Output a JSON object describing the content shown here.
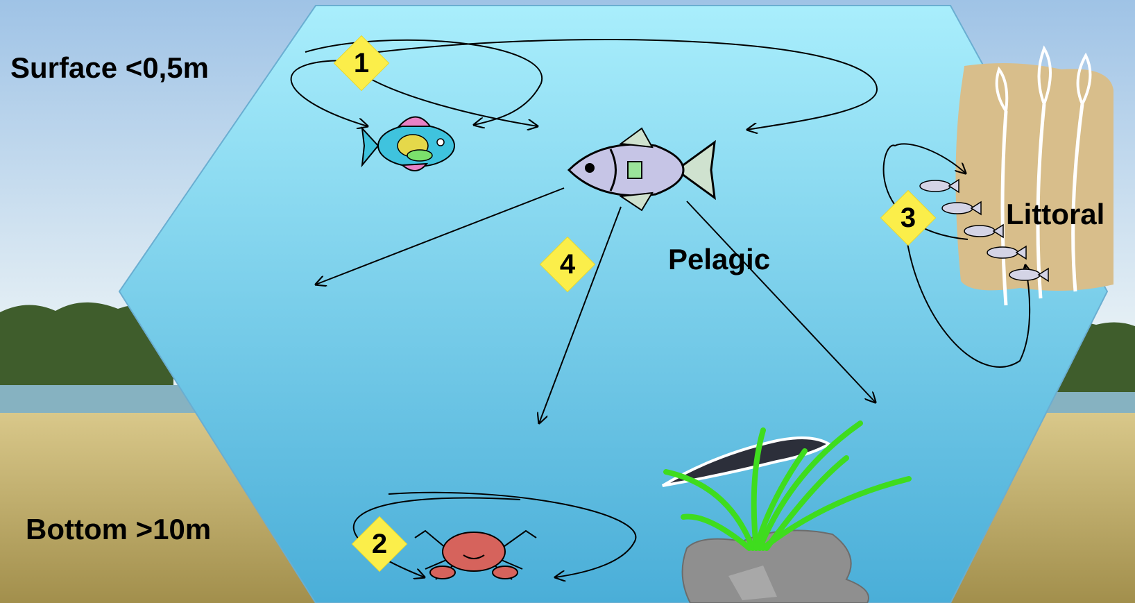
{
  "labels": {
    "surface": "Surface <0,5m",
    "bottom": "Bottom >10m",
    "pelagic": "Pelagic",
    "littoral": "Littoral"
  },
  "markers": [
    "1",
    "2",
    "3",
    "4"
  ],
  "colors": {
    "sky_top": "#a9c9e8",
    "sky_bottom": "#e9f2f6",
    "forest": "#3e5b2c",
    "lake": "#7aa6b8",
    "field": "#c8b46e",
    "water_top": "#a7ecfb",
    "water_bottom": "#4fb1d9",
    "marker": "#fbee4a",
    "littoral_bg": "#d9bf8c",
    "reed": "#ffffff",
    "plant": "#3fdc1e",
    "rock": "#8d8d8d"
  },
  "icons": [
    "small-colorful-fish-icon",
    "pelagic-fish-icon",
    "crab-icon",
    "bottom-fish-icon",
    "water-plant-icon",
    "rock-icon",
    "reed-icon",
    "small-fish-school-icon"
  ]
}
